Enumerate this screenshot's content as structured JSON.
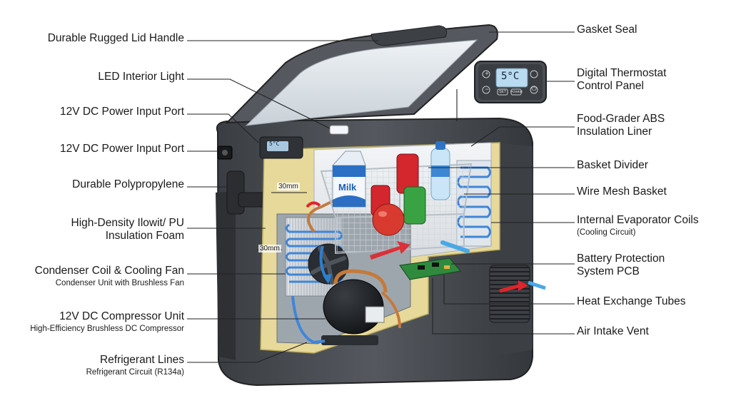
{
  "labels_left": [
    {
      "id": "lid-handle",
      "main": "Durable Rugged Lid Handle",
      "sub": ""
    },
    {
      "id": "led-light",
      "main": "LED Interior Light",
      "sub": ""
    },
    {
      "id": "power-port-1",
      "main": "12V DC Power Input Port",
      "sub": ""
    },
    {
      "id": "power-port-2",
      "main": "12V DC Power Input Port",
      "sub": ""
    },
    {
      "id": "polypropylene",
      "main": "Durable Polypropylene",
      "sub": ""
    },
    {
      "id": "pu-foam",
      "main": "High-Density Ilowit/ PU\nInsulation Foam",
      "sub": ""
    },
    {
      "id": "condenser",
      "main": "Condenser Coil & Cooling Fan",
      "sub": "Condenser Unit with Brushless Fan"
    },
    {
      "id": "compressor",
      "main": "12V DC Compressor Unit",
      "sub": "High-Efficiency Brushless DC Compressor"
    },
    {
      "id": "refrigerant",
      "main": "Refrigerant Lines",
      "sub": "Refrigerant Circuit (R134a)"
    }
  ],
  "labels_right": [
    {
      "id": "gasket",
      "main": "Gasket Seal",
      "sub": ""
    },
    {
      "id": "thermostat",
      "main": "Digital Thermostat\nControl Panel",
      "sub": ""
    },
    {
      "id": "abs-liner",
      "main": "Food-Grader ABS\nInsulation Liner",
      "sub": ""
    },
    {
      "id": "basket-divider",
      "main": "Basket Divider",
      "sub": ""
    },
    {
      "id": "wire-basket",
      "main": "Wire Mesh Basket",
      "sub": ""
    },
    {
      "id": "evaporator",
      "main": "Internal Evaporator Coils",
      "sub": "(Cooling Circuit)"
    },
    {
      "id": "battery-pcb",
      "main": "Battery Protection\nSystem PCB",
      "sub": ""
    },
    {
      "id": "heat-exchange",
      "main": "Heat Exchange Tubes",
      "sub": ""
    },
    {
      "id": "air-intake",
      "main": "Air Intake Vent",
      "sub": ""
    }
  ],
  "dimensions": {
    "wall_top": "30mm",
    "wall_side": "30mm"
  },
  "thermostat_display": "5°C",
  "thermostat_buttons": [
    "+",
    "−",
    "SET",
    "POWER",
    "⏻"
  ],
  "small_panel_display": "5°C",
  "carton_label": "Milk",
  "colors": {
    "body": "#4a4d52",
    "body_dark": "#2e3034",
    "foam": "#e7d99a",
    "liner": "#eef0f2",
    "lid_inner": "#dde3e8",
    "coil_blue": "#3f86d8",
    "copper": "#c47a3c",
    "arrow_red": "#e0242a",
    "arrow_blue": "#48a8e8",
    "pcb_green": "#2f8a3e"
  }
}
